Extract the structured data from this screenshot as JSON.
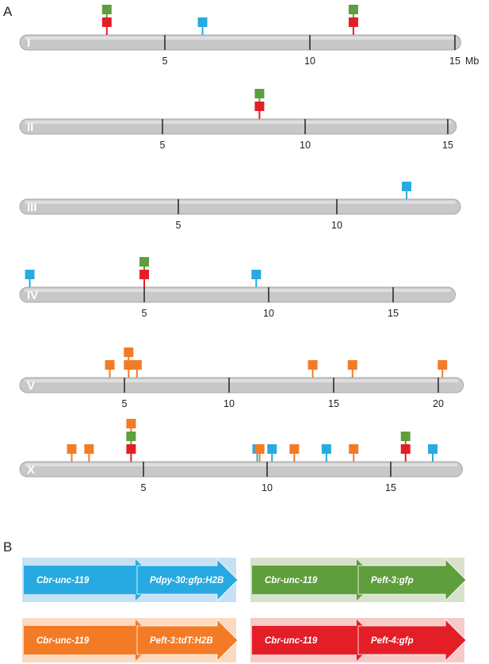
{
  "figure": {
    "panel_a_letter": "A",
    "panel_b_letter": "B",
    "unit": "Mb"
  },
  "colors": {
    "chromosome_fill": "#c8c8c8",
    "chromosome_edge": "#a8a8a8",
    "blue": "#27aae1",
    "green": "#5e9e3c",
    "red": "#e31e27",
    "orange": "#f47b25",
    "box_blue": "#c6e1f4",
    "box_green": "#d6e2cb",
    "box_orange": "#fcd9c1",
    "box_red": "#f7c9c9"
  },
  "chromosomes": [
    {
      "name": "I",
      "length_mb": 15.2,
      "ticks": [
        5,
        10,
        15
      ],
      "show_unit": true,
      "insertions": [
        {
          "pos": 3.0,
          "stack": [
            "red",
            "green"
          ]
        },
        {
          "pos": 6.3,
          "stack": [
            "blue"
          ]
        },
        {
          "pos": 11.5,
          "stack": [
            "red",
            "green"
          ]
        }
      ]
    },
    {
      "name": "II",
      "length_mb": 15.3,
      "ticks": [
        5,
        10,
        15
      ],
      "show_unit": false,
      "insertions": [
        {
          "pos": 8.4,
          "stack": [
            "red",
            "green"
          ]
        }
      ]
    },
    {
      "name": "III",
      "length_mb": 13.9,
      "ticks": [
        5,
        10
      ],
      "show_unit": false,
      "insertions": [
        {
          "pos": 12.2,
          "stack": [
            "blue"
          ]
        }
      ]
    },
    {
      "name": "IV",
      "length_mb": 17.5,
      "ticks": [
        5,
        10,
        15
      ],
      "show_unit": false,
      "insertions": [
        {
          "pos": 0.4,
          "stack": [
            "blue"
          ]
        },
        {
          "pos": 5.0,
          "stack": [
            "red",
            "green"
          ]
        },
        {
          "pos": 9.5,
          "stack": [
            "blue"
          ]
        }
      ]
    },
    {
      "name": "V",
      "length_mb": 21.2,
      "ticks": [
        5,
        10,
        15,
        20
      ],
      "show_unit": false,
      "insertions": [
        {
          "pos": 4.3,
          "stack": [
            "orange"
          ]
        },
        {
          "pos": 5.2,
          "stack": [
            "orange",
            "orange"
          ]
        },
        {
          "pos": 5.6,
          "stack": [
            "orange"
          ]
        },
        {
          "pos": 14.0,
          "stack": [
            "orange"
          ]
        },
        {
          "pos": 15.9,
          "stack": [
            "orange"
          ]
        },
        {
          "pos": 20.2,
          "stack": [
            "orange"
          ]
        }
      ]
    },
    {
      "name": "X",
      "length_mb": 17.9,
      "ticks": [
        5,
        10,
        15
      ],
      "show_unit": false,
      "insertions": [
        {
          "pos": 2.1,
          "stack": [
            "orange"
          ]
        },
        {
          "pos": 2.8,
          "stack": [
            "orange"
          ]
        },
        {
          "pos": 4.5,
          "stack": [
            "red",
            "green",
            "orange"
          ]
        },
        {
          "pos": 9.6,
          "stack": [
            "blue"
          ]
        },
        {
          "pos": 9.7,
          "stack": [
            "orange"
          ]
        },
        {
          "pos": 10.2,
          "stack": [
            "blue"
          ]
        },
        {
          "pos": 11.1,
          "stack": [
            "orange"
          ]
        },
        {
          "pos": 12.4,
          "stack": [
            "blue"
          ]
        },
        {
          "pos": 13.5,
          "stack": [
            "orange"
          ]
        },
        {
          "pos": 15.6,
          "stack": [
            "red",
            "green"
          ]
        },
        {
          "pos": 16.7,
          "stack": [
            "blue"
          ]
        }
      ]
    }
  ],
  "constructs": [
    {
      "color": "blue",
      "marker": "Cbr-unc-119",
      "reporter": "Pdpy-30:gfp:H2B"
    },
    {
      "color": "green",
      "marker": "Cbr-unc-119",
      "reporter": "Peft-3:gfp"
    },
    {
      "color": "orange",
      "marker": "Cbr-unc-119",
      "reporter": "Peft-3:tdT:H2B"
    },
    {
      "color": "red",
      "marker": "Cbr-unc-119",
      "reporter": "Peft-4:gfp"
    }
  ]
}
